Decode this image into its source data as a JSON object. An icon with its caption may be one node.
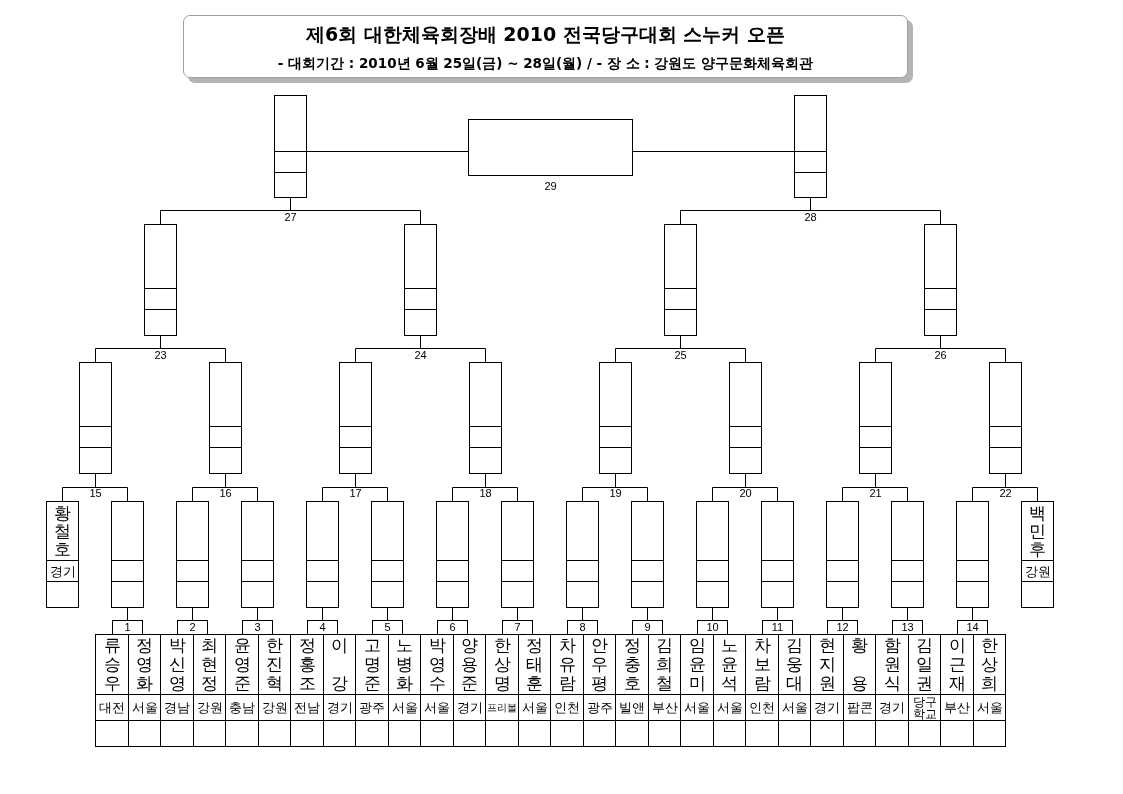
{
  "diagram": {
    "title": "제6회 대한체육회장배 2010 전국당구대회 스누커 오픈",
    "nodes": [
      {
        "text": [],
        "shape": "box",
        "beside": [
          "27"
        ]
      },
      {
        "text": [],
        "shape": "box",
        "beside": [
          "29"
        ]
      },
      {
        "text": [],
        "shape": "box",
        "beside": [
          "28"
        ]
      },
      {
        "text": [],
        "shape": "box",
        "beside": [
          "23"
        ]
      },
      {
        "text": [],
        "shape": "box",
        "beside": [
          "24"
        ]
      },
      {
        "text": [],
        "shape": "box",
        "beside": [
          "25"
        ]
      },
      {
        "text": [],
        "shape": "box",
        "beside": [
          "26"
        ]
      },
      {
        "text": [],
        "shape": "box",
        "beside": [
          "15"
        ]
      },
      {
        "text": [],
        "shape": "box",
        "beside": [
          "16"
        ]
      },
      {
        "text": [],
        "shape": "box",
        "beside": [
          "17"
        ]
      },
      {
        "text": [],
        "shape": "box",
        "beside": [
          "18"
        ]
      },
      {
        "text": [],
        "shape": "box",
        "beside": [
          "19"
        ]
      },
      {
        "text": [],
        "shape": "box",
        "beside": [
          "20"
        ]
      },
      {
        "text": [],
        "shape": "box",
        "beside": [
          "21"
        ]
      },
      {
        "text": [],
        "shape": "box",
        "beside": [
          "22"
        ]
      },
      {
        "text": [
          "황철호",
          "경기"
        ]
      },
      {
        "text": [],
        "shape": "box"
      },
      {
        "text": [],
        "shape": "box"
      },
      {
        "text": [],
        "shape": "box"
      },
      {
        "text": [],
        "shape": "box"
      },
      {
        "text": [],
        "shape": "box"
      },
      {
        "text": [],
        "shape": "box"
      },
      {
        "text": [],
        "shape": "box"
      },
      {
        "text": [],
        "shape": "box"
      },
      {
        "text": [],
        "shape": "box"
      },
      {
        "text": [],
        "shape": "box"
      },
      {
        "text": [],
        "shape": "box"
      },
      {
        "text": [],
        "shape": "box"
      },
      {
        "text": [],
        "shape": "box"
      },
      {
        "text": [],
        "shape": "box"
      },
      {
        "text": [
          "백민후",
          "강원"
        ]
      },
      {
        "text": [
          "1"
        ]
      },
      {
        "text": [
          "2"
        ]
      },
      {
        "text": [
          "3"
        ]
      },
      {
        "text": [
          "4"
        ]
      },
      {
        "text": [
          "5"
        ]
      },
      {
        "text": [
          "6"
        ]
      },
      {
        "text": [
          "7"
        ]
      },
      {
        "text": [
          "8"
        ]
      },
      {
        "text": [
          "9"
        ]
      },
      {
        "text": [
          "10"
        ]
      },
      {
        "text": [
          "11"
        ]
      },
      {
        "text": [
          "12"
        ]
      },
      {
        "text": [
          "13"
        ]
      },
      {
        "text": [
          "14"
        ]
      },
      {
        "text": [
          "류승우",
          "대전"
        ]
      },
      {
        "text": [
          "정영화",
          "서울"
        ]
      },
      {
        "text": [
          "박신영",
          "경남"
        ]
      },
      {
        "text": [
          "최현정",
          "강원"
        ]
      },
      {
        "text": [
          "윤영준",
          "충남"
        ]
      },
      {
        "text": [
          "한진혁",
          "강원"
        ]
      },
      {
        "text": [
          "정홍조",
          "전남"
        ]
      },
      {
        "text": [
          "이 강",
          "경기"
        ]
      },
      {
        "text": [
          "고명준",
          "광주"
        ]
      },
      {
        "text": [
          "노병화",
          "서울"
        ]
      },
      {
        "text": [
          "박영수",
          "서울"
        ]
      },
      {
        "text": [
          "양용준",
          "경기"
        ]
      },
      {
        "text": [
          "한상명",
          "프리볼"
        ]
      },
      {
        "text": [
          "정태훈",
          "서울"
        ]
      },
      {
        "text": [
          "차유람",
          "인천"
        ]
      },
      {
        "text": [
          "안우평",
          "광주"
        ]
      },
      {
        "text": [
          "정충호",
          "빌앤"
        ]
      },
      {
        "text": [
          "김희철",
          "부산"
        ]
      },
      {
        "text": [
          "임윤미",
          "서울"
        ]
      },
      {
        "text": [
          "노윤석",
          "서울"
        ]
      },
      {
        "text": [
          "차보람",
          "인천"
        ]
      },
      {
        "text": [
          "김웅대",
          "서울"
        ]
      },
      {
        "text": [
          "현지원",
          "경기"
        ]
      },
      {
        "text": [
          "황 용",
          "팝콘"
        ]
      },
      {
        "text": [
          "함원식",
          "경기"
        ]
      },
      {
        "text": [
          "김일권",
          "당구 학교"
        ]
      },
      {
        "text": [
          "이근재",
          "부산"
        ]
      },
      {
        "text": [
          "한상희",
          "서울"
        ]
      }
    ],
    "edges": [
      {
        "from": 0,
        "to": 1,
        "arrow": "none"
      },
      {
        "from": 2,
        "to": 1,
        "arrow": "none"
      },
      {
        "from": 3,
        "to": 0,
        "arrow": "none"
      },
      {
        "from": 4,
        "to": 0,
        "arrow": "none"
      },
      {
        "from": 5,
        "to": 2,
        "arrow": "none"
      },
      {
        "from": 6,
        "to": 2,
        "arrow": "none"
      },
      {
        "from": 7,
        "to": 3,
        "arrow": "none"
      },
      {
        "from": 8,
        "to": 3,
        "arrow": "none"
      },
      {
        "from": 9,
        "to": 4,
        "arrow": "none"
      },
      {
        "from": 10,
        "to": 4,
        "arrow": "none"
      },
      {
        "from": 11,
        "to": 5,
        "arrow": "none"
      },
      {
        "from": 12,
        "to": 5,
        "arrow": "none"
      },
      {
        "from": 13,
        "to": 6,
        "arrow": "none"
      },
      {
        "from": 14,
        "to": 6,
        "arrow": "none"
      },
      {
        "from": 15,
        "to": 7,
        "arrow": "none"
      },
      {
        "from": 16,
        "to": 7,
        "arrow": "none"
      },
      {
        "from": 17,
        "to": 8,
        "arrow": "none"
      },
      {
        "from": 18,
        "to": 8,
        "arrow": "none"
      },
      {
        "from": 19,
        "to": 9,
        "arrow": "none"
      },
      {
        "from": 20,
        "to": 9,
        "arrow": "none"
      },
      {
        "from": 21,
        "to": 10,
        "arrow": "none"
      },
      {
        "from": 22,
        "to": 10,
        "arrow": "none"
      },
      {
        "from": 23,
        "to": 11,
        "arrow": "none"
      },
      {
        "from": 24,
        "to": 11,
        "arrow": "none"
      },
      {
        "from": 25,
        "to": 12,
        "arrow": "none"
      },
      {
        "from": 26,
        "to": 12,
        "arrow": "none"
      },
      {
        "from": 27,
        "to": 13,
        "arrow": "none"
      },
      {
        "from": 28,
        "to": 13,
        "arrow": "none"
      },
      {
        "from": 29,
        "to": 14,
        "arrow": "none"
      },
      {
        "from": 30,
        "to": 14,
        "arrow": "none"
      },
      {
        "from": 31,
        "to": 16,
        "arrow": "none"
      },
      {
        "from": 32,
        "to": 17,
        "arrow": "none"
      },
      {
        "from": 33,
        "to": 18,
        "arrow": "none"
      },
      {
        "from": 34,
        "to": 19,
        "arrow": "none"
      },
      {
        "from": 35,
        "to": 20,
        "arrow": "none"
      },
      {
        "from": 36,
        "to": 21,
        "arrow": "none"
      },
      {
        "from": 37,
        "to": 22,
        "arrow": "none"
      },
      {
        "from": 38,
        "to": 23,
        "arrow": "none"
      },
      {
        "from": 39,
        "to": 24,
        "arrow": "none"
      },
      {
        "from": 40,
        "to": 25,
        "arrow": "none"
      },
      {
        "from": 41,
        "to": 26,
        "arrow": "none"
      },
      {
        "from": 42,
        "to": 27,
        "arrow": "none"
      },
      {
        "from": 43,
        "to": 28,
        "arrow": "none"
      },
      {
        "from": 44,
        "to": 29,
        "arrow": "none"
      }
    ],
    "labels": [
      "- 대회기간 : 2010년 6월 25일(금) ~ 28일(월) / - 장 소 : 강원도 양구문화체육회관"
    ]
  }
}
